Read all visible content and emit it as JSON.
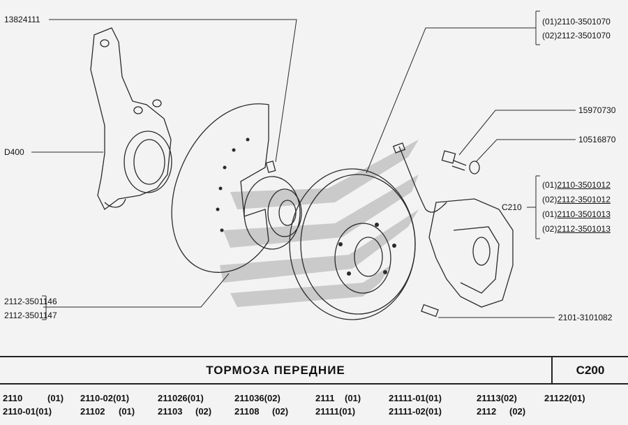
{
  "diagram": {
    "part_labels": {
      "knuckle": "13824111",
      "hub_bearing": "D400",
      "brake_shield": [
        "2112-3501146",
        "2112-3501147"
      ],
      "brake_disc_caliper_group": [
        "(01)2110-3501070",
        "(02)2112-3501070"
      ],
      "bolt": "15970730",
      "washer": "10516870",
      "caliper_ref": "C210",
      "caliper_group": [
        {
          "prefix": "(01)",
          "code": "2110-3501012"
        },
        {
          "prefix": "(02)",
          "code": "2112-3501012"
        },
        {
          "prefix": "(01)",
          "code": "2110-3501013"
        },
        {
          "prefix": "(02)",
          "code": "2112-3501013"
        }
      ],
      "bleed_valve": "2101-3101082"
    },
    "colors": {
      "line": "#2a2a2a",
      "paper": "#f3f3f3",
      "watermark": "#b9b9b9"
    }
  },
  "footer": {
    "title": "ТОРМОЗА ПЕРЕДНИЕ",
    "code": "С200",
    "models_row1": [
      "2110",
      "(01)",
      "2110-02(01)",
      "211026(01)",
      "211036(02)",
      "2111",
      "(01)",
      "21111-01(01)",
      "21113(02)",
      "21122(01)"
    ],
    "models_row2": [
      "2110-01(01)",
      "21102",
      "(01)",
      "21103",
      "(02)",
      "21108",
      "(02)",
      "21111(01)",
      "21111-02(01)",
      "2112",
      "(02)"
    ]
  }
}
